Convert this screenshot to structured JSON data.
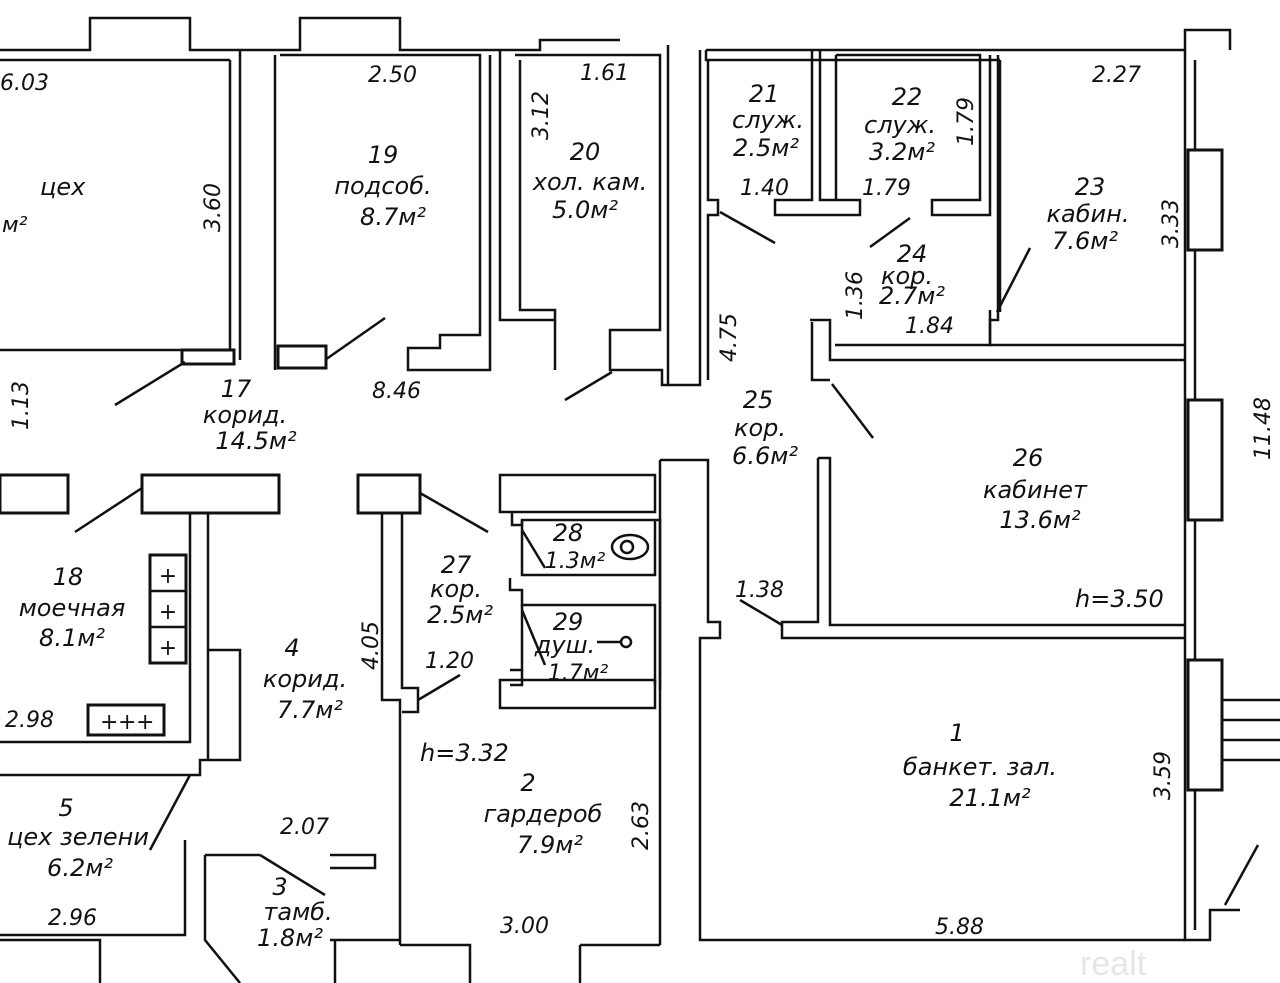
{
  "rooms": [
    {
      "id": "left-top",
      "num": "",
      "name": "цех",
      "area": "м²"
    },
    {
      "id": "r19",
      "num": "19",
      "name": "подсоб.",
      "area": "8.7м²"
    },
    {
      "id": "r20",
      "num": "20",
      "name": "хол. кам.",
      "area": "5.0м²"
    },
    {
      "id": "r21",
      "num": "21",
      "name": "служ.",
      "area": "2.5м²"
    },
    {
      "id": "r22",
      "num": "22",
      "name": "служ.",
      "area": "3.2м²"
    },
    {
      "id": "r23",
      "num": "23",
      "name": "кабин.",
      "area": "7.6м²"
    },
    {
      "id": "r24",
      "num": "24",
      "name": "кор.",
      "area": "2.7м²"
    },
    {
      "id": "r17",
      "num": "17",
      "name": "корид.",
      "area": "14.5м²"
    },
    {
      "id": "r25",
      "num": "25",
      "name": "кор.",
      "area": "6.6м²"
    },
    {
      "id": "r26",
      "num": "26",
      "name": "кабинет",
      "area": "13.6м²"
    },
    {
      "id": "r18",
      "num": "18",
      "name": "моечная",
      "area": "8.1м²"
    },
    {
      "id": "r4",
      "num": "4",
      "name": "корид.",
      "area": "7.7м²"
    },
    {
      "id": "r27",
      "num": "27",
      "name": "кор.",
      "area": "2.5м²"
    },
    {
      "id": "r28",
      "num": "28",
      "name": "",
      "area": "1.3м²"
    },
    {
      "id": "r29",
      "num": "29",
      "name": "душ.",
      "area": "1.7м²"
    },
    {
      "id": "r1",
      "num": "1",
      "name": "банкет. зал.",
      "area": "21.1м²"
    },
    {
      "id": "r2",
      "num": "2",
      "name": "гардероб",
      "area": "7.9м²"
    },
    {
      "id": "r5",
      "num": "5",
      "name": "цех зелени",
      "area": "6.2м²"
    },
    {
      "id": "r3",
      "num": "3",
      "name": "тамб.",
      "area": "1.8м²"
    }
  ],
  "dimensions": {
    "d1": "6.03",
    "d2": "3.60",
    "d3": "2.50",
    "d4": "1.61",
    "d5": "3.12",
    "d6": "1.40",
    "d7": "1.79",
    "d8": "1.79",
    "d9": "2.27",
    "d10": "3.33",
    "d11": "1.36",
    "d12": "1.84",
    "d13": "4.75",
    "d14": "8.46",
    "d15": "1.13",
    "d16": "11.48",
    "d17": "4.05",
    "d18": "1.20",
    "d19": "1.38",
    "d20": "2.98",
    "d21": "2.63",
    "d22": "2.07",
    "d23": "3.59",
    "d24": "2.96",
    "d25": "3.00",
    "d26": "5.88"
  },
  "heights": {
    "h1": "h=3.50",
    "h2": "h=3.32"
  },
  "watermark": "realt"
}
